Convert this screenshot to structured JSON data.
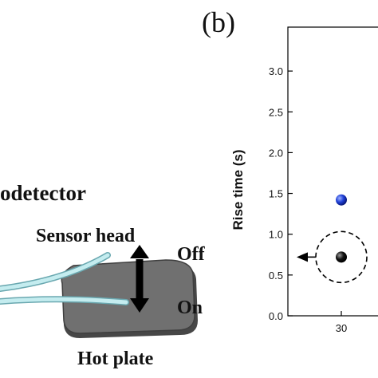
{
  "panel_b_label": "(b)",
  "schematic": {
    "photodetector_label": "odetector",
    "sensor_head_label": "Sensor head",
    "off_label": "Off",
    "on_label": "On",
    "hot_plate_label": "Hot plate",
    "colors": {
      "fiber": "#bfe6ea",
      "fiber_edge": "#6aa8b0",
      "plate": "#6f6f6f",
      "plate_edge": "#3f3f3f",
      "arrow": "#000000"
    }
  },
  "chart_data": {
    "type": "scatter",
    "xlabel": "",
    "ylabel": "Rise time (s)",
    "ylim": [
      0.0,
      3.4
    ],
    "yticks": [
      "0.0",
      "0.5",
      "1.0",
      "1.5",
      "2.0",
      "2.5",
      "3.0"
    ],
    "xticks": [
      "30"
    ],
    "grid": false,
    "series": [
      {
        "x": 30,
        "y": 1.42,
        "color": "#1f3fd6"
      },
      {
        "x": 30,
        "y": 0.72,
        "color": "#111111"
      }
    ],
    "annotation": {
      "type": "dashed-circle-with-left-arrow",
      "target_y": 0.72
    }
  }
}
